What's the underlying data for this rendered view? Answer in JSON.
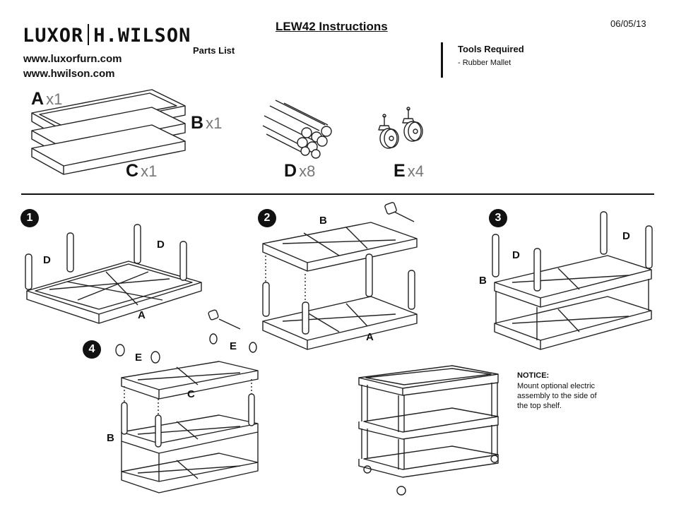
{
  "header": {
    "brand_left": "LUXOR",
    "brand_right": "H.WILSON",
    "website_1": "www.luxorfurn.com",
    "website_2": "www.hwilson.com",
    "title": "LEW42 Instructions",
    "date": "06/05/13"
  },
  "parts_list": {
    "heading": "Parts List",
    "items": [
      {
        "letter": "A",
        "qty": "x1"
      },
      {
        "letter": "B",
        "qty": "x1"
      },
      {
        "letter": "C",
        "qty": "x1"
      },
      {
        "letter": "D",
        "qty": "x8"
      },
      {
        "letter": "E",
        "qty": "x4"
      }
    ]
  },
  "tools": {
    "heading": "Tools Required",
    "items": [
      "-  Rubber Mallet"
    ]
  },
  "steps": [
    {
      "number": "1",
      "labels": [
        "D",
        "D",
        "A"
      ]
    },
    {
      "number": "2",
      "labels": [
        "B",
        "A"
      ]
    },
    {
      "number": "3",
      "labels": [
        "D",
        "D",
        "B"
      ]
    },
    {
      "number": "4",
      "labels": [
        "E",
        "E",
        "C",
        "B"
      ]
    }
  ],
  "notice": {
    "heading": "NOTICE:",
    "body": "Mount optional electric assembly to the side of the top shelf."
  }
}
